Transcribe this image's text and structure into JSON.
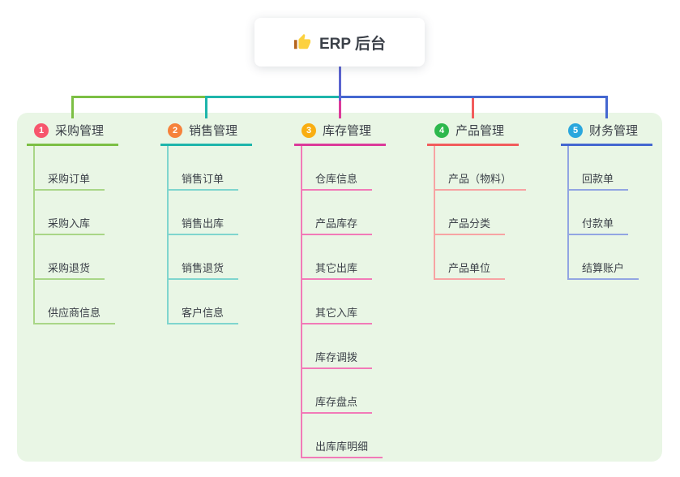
{
  "colors": {
    "background": "#ffffff",
    "panel_bg": "#e9f6e5",
    "text": "#3b4048",
    "root_line": "#5b64cf"
  },
  "root": {
    "icon": "thumbs-up",
    "label": "ERP 后台"
  },
  "branches": [
    {
      "badge": "1",
      "badge_color": "#f7566d",
      "color": "#7cbf44",
      "light_color": "#a9d687",
      "label": "采购管理",
      "children": [
        "采购订单",
        "采购入库",
        "采购退货",
        "供应商信息"
      ]
    },
    {
      "badge": "2",
      "badge_color": "#f6823b",
      "color": "#1eb5ab",
      "light_color": "#7fd5ce",
      "label": "销售管理",
      "children": [
        "销售订单",
        "销售出库",
        "销售退货",
        "客户信息"
      ]
    },
    {
      "badge": "3",
      "badge_color": "#f9ae12",
      "color": "#dc3a9a",
      "light_color": "#f27ab8",
      "label": "库存管理",
      "children": [
        "仓库信息",
        "产品库存",
        "其它出库",
        "其它入库",
        "库存调拨",
        "库存盘点",
        "出库库明细"
      ]
    },
    {
      "badge": "4",
      "badge_color": "#2db84d",
      "color": "#f25c5c",
      "light_color": "#f7a3a3",
      "label": "产品管理",
      "children": [
        "产品（物料）",
        "产品分类",
        "产品单位"
      ]
    },
    {
      "badge": "5",
      "badge_color": "#2aa7dd",
      "color": "#4467d0",
      "light_color": "#92a5e2",
      "label": "财务管理",
      "children": [
        "回款单",
        "付款单",
        "结算账户"
      ]
    }
  ]
}
